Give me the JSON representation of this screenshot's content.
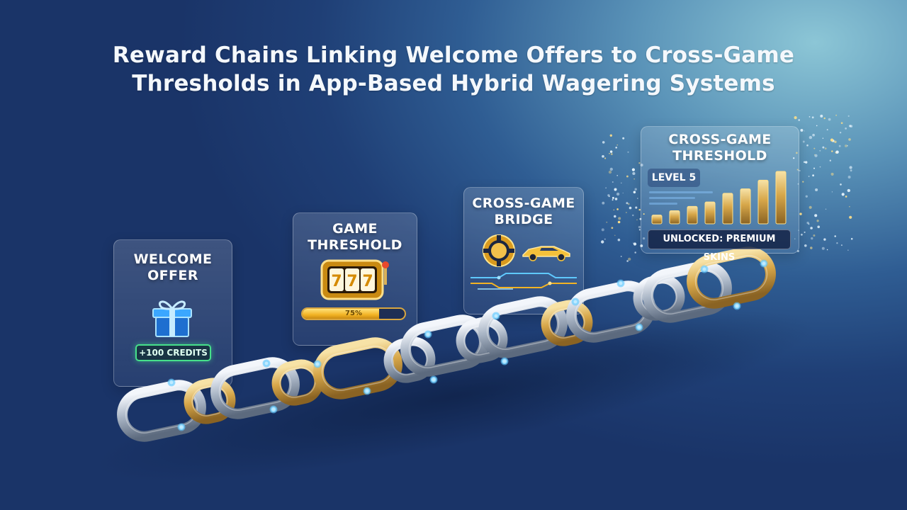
{
  "title": "Reward Chains Linking Welcome Offers to Cross-Game Thresholds in App-Based Hybrid Wagering Systems",
  "stages": {
    "welcome": {
      "line1": "WELCOME",
      "line2": "OFFER",
      "badge": "+100 CREDITS",
      "icon": "gift-box-icon"
    },
    "game_threshold": {
      "line1": "GAME",
      "line2": "THRESHOLD",
      "progress_label": "75%",
      "progress_value": 0.75,
      "icon": "slot-machine-icon",
      "reels": [
        "7",
        "7",
        "7"
      ]
    },
    "bridge": {
      "line1": "CROSS-GAME",
      "line2": "BRIDGE",
      "icons": [
        "casino-chip-icon",
        "race-car-icon"
      ]
    },
    "cross_threshold": {
      "line1": "CROSS-GAME",
      "line2": "THRESHOLD",
      "level": "LEVEL 5",
      "unlocked": "UNLOCKED: PREMIUM SKINS",
      "bar_values": [
        2,
        3,
        4,
        5,
        7,
        8,
        10,
        12
      ]
    }
  },
  "colors": {
    "gold": "#e2b64f",
    "silver": "#c3ccd8",
    "glow": "#5fc8ff",
    "badge_green": "#46e08a"
  }
}
